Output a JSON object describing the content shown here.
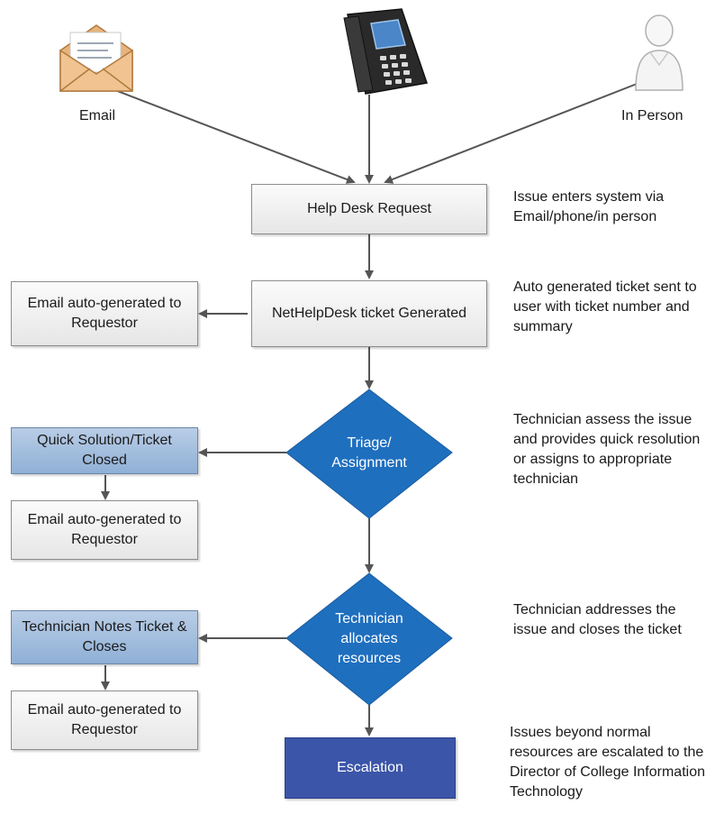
{
  "sources": {
    "email": "Email",
    "person": "In Person"
  },
  "nodes": {
    "help_desk_request": "Help Desk Request",
    "ticket_generated": "NetHelpDesk ticket Generated",
    "email_auto_1": "Email auto-generated to Requestor",
    "triage": "Triage/ Assignment",
    "quick_solution": "Quick Solution/Ticket Closed",
    "email_auto_2": "Email auto-generated to Requestor",
    "allocates": "Technician allocates resources",
    "tech_notes": "Technician Notes Ticket & Closes",
    "email_auto_3": "Email auto-generated to Requestor",
    "escalation": "Escalation"
  },
  "notes": {
    "n1": "Issue enters system via Email/phone/in person",
    "n2": "Auto generated ticket sent to user with ticket number and summary",
    "n3": "Technician assess the issue and provides quick resolution or assigns to appropriate technician",
    "n4": "Technician addresses the issue and closes the ticket",
    "n5": "Issues beyond normal resources are escalated to the Director of College Information Technology"
  },
  "colors": {
    "diamond": "#1f6fbf",
    "escalation": "#3b55a8",
    "light_box": "#e6e6e6",
    "blue_box": "#a3bfe0",
    "connector": "#555555"
  }
}
